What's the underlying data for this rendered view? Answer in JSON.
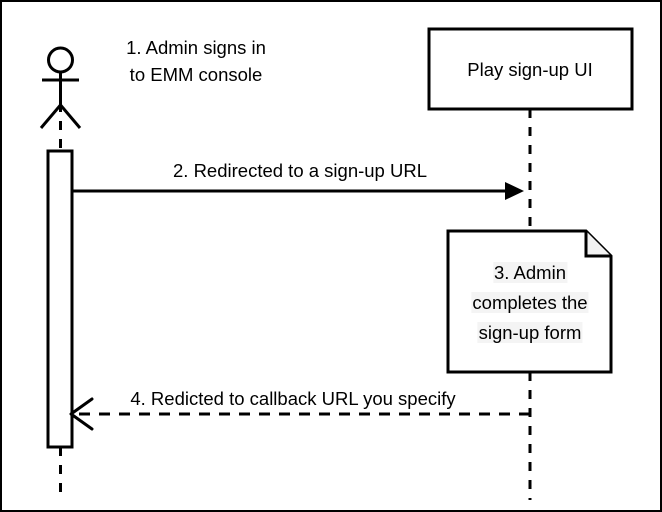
{
  "diagram": {
    "type": "uml-sequence-diagram",
    "background_color": "#ffffff",
    "line_color": "#000000",
    "note_fill_color": "#ffffff",
    "note_text_highlight_color": "#f4f4f4",
    "frame_border": true
  },
  "actor": {
    "name": "admin-actor",
    "icon": "stick-figure-actor-icon",
    "caption_line1": "1. Admin signs in",
    "caption_line2": "to EMM console",
    "lifeline_style": "dashed",
    "activation_bar": true
  },
  "participants": [
    {
      "id": "play-signup-ui",
      "label": "Play sign-up UI",
      "shape": "rectangle",
      "lifeline_style": "dashed"
    }
  ],
  "messages": [
    {
      "id": "message-2",
      "label": "2. Redirected to a sign-up URL",
      "from": "admin-actor",
      "to": "play-signup-ui",
      "line_style": "solid",
      "arrowhead": "filled-triangle",
      "direction": "right"
    },
    {
      "id": "message-4",
      "label": "4. Redicted to callback URL you specify",
      "from": "play-signup-ui",
      "to": "admin-actor",
      "line_style": "dashed",
      "arrowhead": "open-line",
      "direction": "left"
    }
  ],
  "note": {
    "id": "note-3",
    "shape": "folded-corner-note",
    "line1": "3. Admin",
    "line2": "completes the",
    "line3": "sign-up form"
  }
}
